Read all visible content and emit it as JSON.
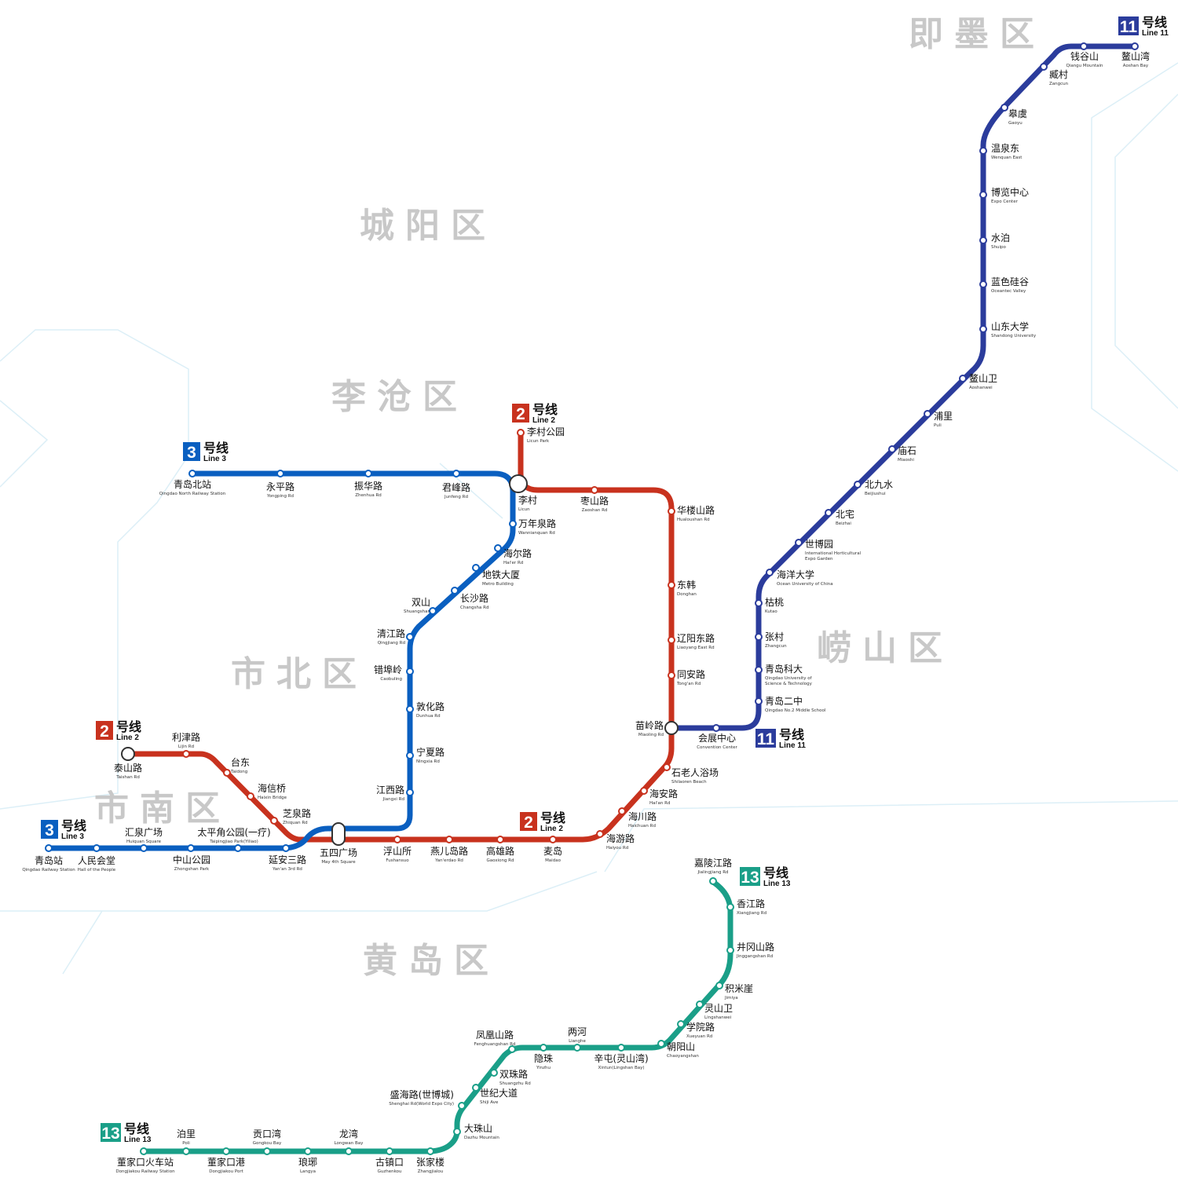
{
  "districts": {
    "jimo": "即墨区",
    "chengyang": "城阳区",
    "licang": "李沧区",
    "shibei": "市北区",
    "laoshan": "崂山区",
    "shinan": "市南区",
    "huangdao": "黄岛区"
  },
  "line_labels": {
    "line11_top": {
      "num": "11",
      "cn": "号线",
      "en": "Line 11"
    },
    "line11_mid": {
      "num": "11",
      "cn": "号线",
      "en": "Line 11"
    },
    "line2_top": {
      "num": "2",
      "cn": "号线",
      "en": "Line 2"
    },
    "line2_left": {
      "num": "2",
      "cn": "号线",
      "en": "Line 2"
    },
    "line2_bottom": {
      "num": "2",
      "cn": "号线",
      "en": "Line 2"
    },
    "line3_top": {
      "num": "3",
      "cn": "号线",
      "en": "Line 3"
    },
    "line3_left": {
      "num": "3",
      "cn": "号线",
      "en": "Line 3"
    },
    "line13_top": {
      "num": "13",
      "cn": "号线",
      "en": "Line 13"
    },
    "line13_left": {
      "num": "13",
      "cn": "号线",
      "en": "Line 13"
    }
  },
  "colors": {
    "line2": "#c8321e",
    "line3": "#0a5fc0",
    "line11": "#2b3c9c",
    "line13": "#1a9f88"
  },
  "stations": {
    "aoshanwan": {
      "cn": "鳌山湾",
      "en": "Aoshan Bay"
    },
    "qianguoshan": {
      "cn": "钱谷山",
      "en": "Qiangu Mountain"
    },
    "zangcun": {
      "cn": "臧村",
      "en": "Zangcun"
    },
    "gaoyu": {
      "cn": "皋虞",
      "en": "Gaoyu"
    },
    "wenquandong": {
      "cn": "温泉东",
      "en": "Wenquan East"
    },
    "bolanzhongxin": {
      "cn": "博览中心",
      "en": "Expo Center"
    },
    "shuipo": {
      "cn": "水泊",
      "en": "Shuipo"
    },
    "lanseguigu": {
      "cn": "蓝色硅谷",
      "en": "Oceantec Valley"
    },
    "shandongdaxue": {
      "cn": "山东大学",
      "en": "Shandong University"
    },
    "aoshanwei": {
      "cn": "鳌山卫",
      "en": "Aoshanwei"
    },
    "puli": {
      "cn": "浦里",
      "en": "Puli"
    },
    "miaoshi": {
      "cn": "庙石",
      "en": "Miaoshi"
    },
    "beijiushui": {
      "cn": "北九水",
      "en": "Beijiushui"
    },
    "beizhai": {
      "cn": "北宅",
      "en": "Beizhai"
    },
    "shiboyuan": {
      "cn": "世博园",
      "en": "International Horticultural",
      "en2": "Expo Garden"
    },
    "haiyangdaxue": {
      "cn": "海洋大学",
      "en": "Ocean University of China"
    },
    "kutao": {
      "cn": "枯桃",
      "en": "Kutao"
    },
    "zhangcun": {
      "cn": "张村",
      "en": "Zhangcun"
    },
    "qingdaokeda": {
      "cn": "青岛科大",
      "en": "Qingdao University of",
      "en2": "Science & Technology"
    },
    "qingdaoerzhong": {
      "cn": "青岛二中",
      "en": "Qingdao No.2 Middle School"
    },
    "huizhanzhongxin": {
      "cn": "会展中心",
      "en": "Convention Center"
    },
    "miaolinglu": {
      "cn": "苗岭路",
      "en": "Miaoling Rd"
    },
    "licungongyuan": {
      "cn": "李村公园",
      "en": "Licun Park"
    },
    "licun": {
      "cn": "李村",
      "en": "Licun"
    },
    "zaoshanlu": {
      "cn": "枣山路",
      "en": "Zaoshan Rd"
    },
    "hualoushanlu": {
      "cn": "华楼山路",
      "en": "Hualoushan Rd"
    },
    "donghan": {
      "cn": "东韩",
      "en": "Donghan"
    },
    "liaoyangdonglu": {
      "cn": "辽阳东路",
      "en": "Liaoyang East Rd"
    },
    "tonganlu": {
      "cn": "同安路",
      "en": "Tong'an Rd"
    },
    "shilaoren": {
      "cn": "石老人浴场",
      "en": "Shilaoren Beach"
    },
    "haianlu": {
      "cn": "海安路",
      "en": "Hai'an Rd"
    },
    "haichuanlu": {
      "cn": "海川路",
      "en": "Haichuan Rd"
    },
    "haiyoulu": {
      "cn": "海游路",
      "en": "Haiyou Rd"
    },
    "maidao": {
      "cn": "麦岛",
      "en": "Maidao"
    },
    "gaoxionglu": {
      "cn": "高雄路",
      "en": "Gaoxiong Rd"
    },
    "yanerdaolu": {
      "cn": "燕儿岛路",
      "en": "Yan'erdao Rd"
    },
    "fushansuo": {
      "cn": "浮山所",
      "en": "Fushansuo"
    },
    "wusiguangchang": {
      "cn": "五四广场",
      "en": "May 4th Square"
    },
    "zhiquanlu": {
      "cn": "芝泉路",
      "en": "Zhiquan Rd"
    },
    "haixinqiao": {
      "cn": "海信桥",
      "en": "Haixin Bridge"
    },
    "taidong": {
      "cn": "台东",
      "en": "Taidong"
    },
    "lijinlu": {
      "cn": "利津路",
      "en": "Lijin Rd"
    },
    "taishanlu": {
      "cn": "泰山路",
      "en": "Taishan Rd"
    },
    "qingdaobeizhan": {
      "cn": "青岛北站",
      "en": "Qingdao North Railway Station"
    },
    "yongpinglu": {
      "cn": "永平路",
      "en": "Yongping Rd"
    },
    "zhenhualu": {
      "cn": "振华路",
      "en": "Zhenhua Rd"
    },
    "junfenglu": {
      "cn": "君峰路",
      "en": "Junfeng Rd"
    },
    "wannianquanlu": {
      "cn": "万年泉路",
      "en": "Wannianquan Rd"
    },
    "haierlu": {
      "cn": "海尔路",
      "en": "Hai'er Rd"
    },
    "ditiedasha": {
      "cn": "地铁大厦",
      "en": "Metro Building"
    },
    "changshalu": {
      "cn": "长沙路",
      "en": "Changsha Rd"
    },
    "shuangshan": {
      "cn": "双山",
      "en": "Shuangshan"
    },
    "qingjianglu": {
      "cn": "清江路",
      "en": "Qingjiang Rd"
    },
    "cuobuling": {
      "cn": "错埠岭",
      "en": "Caobuling"
    },
    "dunhualu": {
      "cn": "敦化路",
      "en": "Dunhua Rd"
    },
    "ningxialu": {
      "cn": "宁夏路",
      "en": "Ningxia Rd"
    },
    "jiangxilu": {
      "cn": "江西路",
      "en": "Jiangxi Rd"
    },
    "yansanlu": {
      "cn": "延安三路",
      "en": "Yan'an 3rd Rd"
    },
    "taipingjiao": {
      "cn": "太平角公园(一疗)",
      "en": "Taipingjiao Park(Yiliao)"
    },
    "zhongshangongyuan": {
      "cn": "中山公园",
      "en": "Zhongshan Park"
    },
    "huiquanguangchang": {
      "cn": "汇泉广场",
      "en": "Huiquan Square"
    },
    "renminhuitang": {
      "cn": "人民会堂",
      "en": "Hall of the People"
    },
    "qingdaozhan": {
      "cn": "青岛站",
      "en": "Qingdao Railway Station"
    },
    "jialingjianglu": {
      "cn": "嘉陵江路",
      "en": "Jialingjiang Rd"
    },
    "xiangjianglu": {
      "cn": "香江路",
      "en": "Xiangjiang Rd"
    },
    "jinggangshanlu": {
      "cn": "井冈山路",
      "en": "Jinggangshan Rd"
    },
    "jimiya": {
      "cn": "积米崖",
      "en": "Jimiya"
    },
    "lingshanwei": {
      "cn": "灵山卫",
      "en": "Lingshanwei"
    },
    "xueyuanlu": {
      "cn": "学院路",
      "en": "Xueyuan Rd"
    },
    "chaoyangshan": {
      "cn": "朝阳山",
      "en": "Chaoyangshan"
    },
    "xintun": {
      "cn": "辛屯(灵山湾)",
      "en": "Xintun(Lingshan Bay)"
    },
    "lianghe": {
      "cn": "两河",
      "en": "Lianghe"
    },
    "yinzhu": {
      "cn": "隐珠",
      "en": "Yinzhu"
    },
    "fenghuangshanlu": {
      "cn": "凤凰山路",
      "en": "Fenghuangshan Rd"
    },
    "shuangzhulu": {
      "cn": "双珠路",
      "en": "Shuangzhu Rd"
    },
    "shijidadao": {
      "cn": "世纪大道",
      "en": "Shiji Ave"
    },
    "shenghailu": {
      "cn": "盛海路(世博城)",
      "en": "Shenghai Rd(World Expo City)"
    },
    "dazhushan": {
      "cn": "大珠山",
      "en": "Dazhu Mountain"
    },
    "zhangjialou": {
      "cn": "张家楼",
      "en": "Zhangjialou"
    },
    "guzhenkou": {
      "cn": "古镇口",
      "en": "Guzhenkou"
    },
    "longwan": {
      "cn": "龙湾",
      "en": "Longwan Bay"
    },
    "langya": {
      "cn": "琅琊",
      "en": "Langya"
    },
    "gongkouwan": {
      "cn": "贡口湾",
      "en": "Gongkou Bay"
    },
    "dongjiakougang": {
      "cn": "董家口港",
      "en": "Dongjiakou Port"
    },
    "poli": {
      "cn": "泊里",
      "en": "Poli"
    },
    "dongjiakouhuochezhan": {
      "cn": "董家口火车站",
      "en": "Dongjiakou Railway Station"
    }
  }
}
